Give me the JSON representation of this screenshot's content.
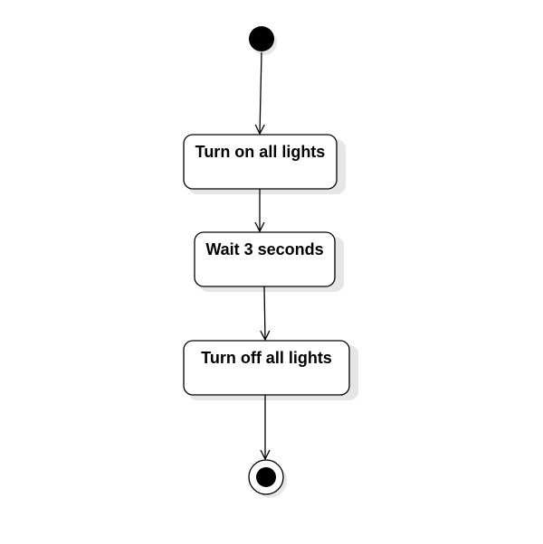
{
  "diagram": {
    "type": "activity",
    "nodes": [
      {
        "id": "start",
        "kind": "initial"
      },
      {
        "id": "a1",
        "kind": "action",
        "label": "Turn on all lights"
      },
      {
        "id": "a2",
        "kind": "action",
        "label": "Wait 3 seconds"
      },
      {
        "id": "a3",
        "kind": "action",
        "label": "Turn off all lights"
      },
      {
        "id": "end",
        "kind": "final"
      }
    ],
    "edges": [
      {
        "from": "start",
        "to": "a1"
      },
      {
        "from": "a1",
        "to": "a2"
      },
      {
        "from": "a2",
        "to": "a3"
      },
      {
        "from": "a3",
        "to": "end"
      }
    ],
    "colors": {
      "stroke": "#000000",
      "fill": "#ffffff",
      "shadow": "#e6e6e6"
    }
  }
}
